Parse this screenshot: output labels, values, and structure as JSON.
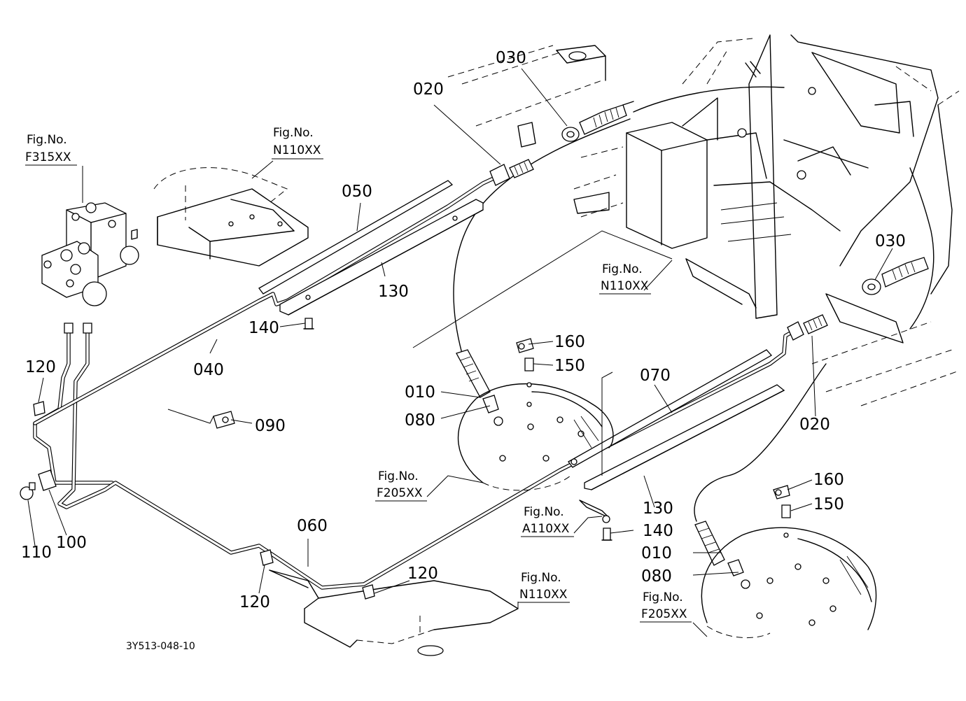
{
  "drawing_code": "3Y513-048-10",
  "figure_refs": {
    "f315": {
      "line1": "Fig.No.",
      "line2": "F315XX"
    },
    "n110_top": {
      "line1": "Fig.No.",
      "line2": "N110XX"
    },
    "n110_mid": {
      "line1": "Fig.No.",
      "line2": "N110XX"
    },
    "n110_bottom": {
      "line1": "Fig.No.",
      "line2": "N110XX"
    },
    "f205_left": {
      "line1": "Fig.No.",
      "line2": "F205XX"
    },
    "f205_right": {
      "line1": "Fig.No.",
      "line2": "F205XX"
    },
    "a110": {
      "line1": "Fig.No.",
      "line2": "A110XX"
    }
  },
  "callouts": {
    "c010a": "010",
    "c010b": "010",
    "c020a": "020",
    "c020b": "020",
    "c030a": "030",
    "c030b": "030",
    "c040": "040",
    "c050": "050",
    "c060": "060",
    "c070": "070",
    "c080a": "080",
    "c080b": "080",
    "c090": "090",
    "c100": "100",
    "c110": "110",
    "c120a": "120",
    "c120b": "120",
    "c120c": "120",
    "c130a": "130",
    "c130b": "130",
    "c140a": "140",
    "c140b": "140",
    "c150a": "150",
    "c150b": "150",
    "c160a": "160",
    "c160b": "160"
  }
}
